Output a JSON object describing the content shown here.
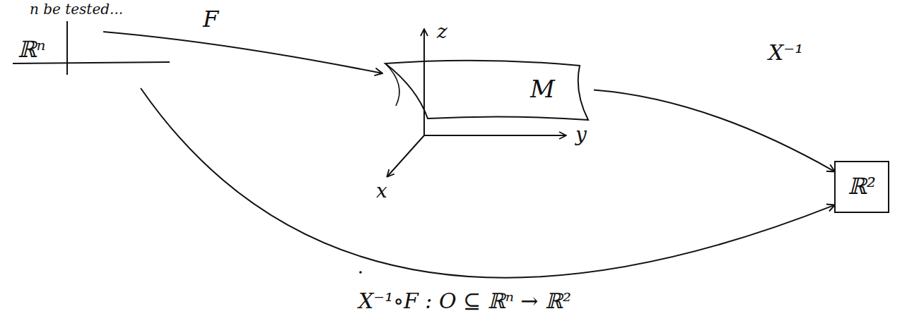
{
  "diagram": {
    "nodes": [
      {
        "text": [
          "ℝⁿ"
        ]
      },
      {
        "text": [
          "M"
        ]
      },
      {
        "text": [
          "ℝ²"
        ]
      }
    ],
    "edges": [
      {
        "from": 0,
        "to": 1,
        "arrow": "to",
        "label": "F"
      },
      {
        "from": 1,
        "to": 2,
        "arrow": "to",
        "label": "X⁻¹"
      },
      {
        "from": 0,
        "to": 2,
        "arrow": "to",
        "label": "X⁻¹∘F : O ⊆ ℝⁿ → ℝ²"
      }
    ],
    "labels": [
      "n be tested...",
      "z",
      "y",
      "x"
    ]
  }
}
